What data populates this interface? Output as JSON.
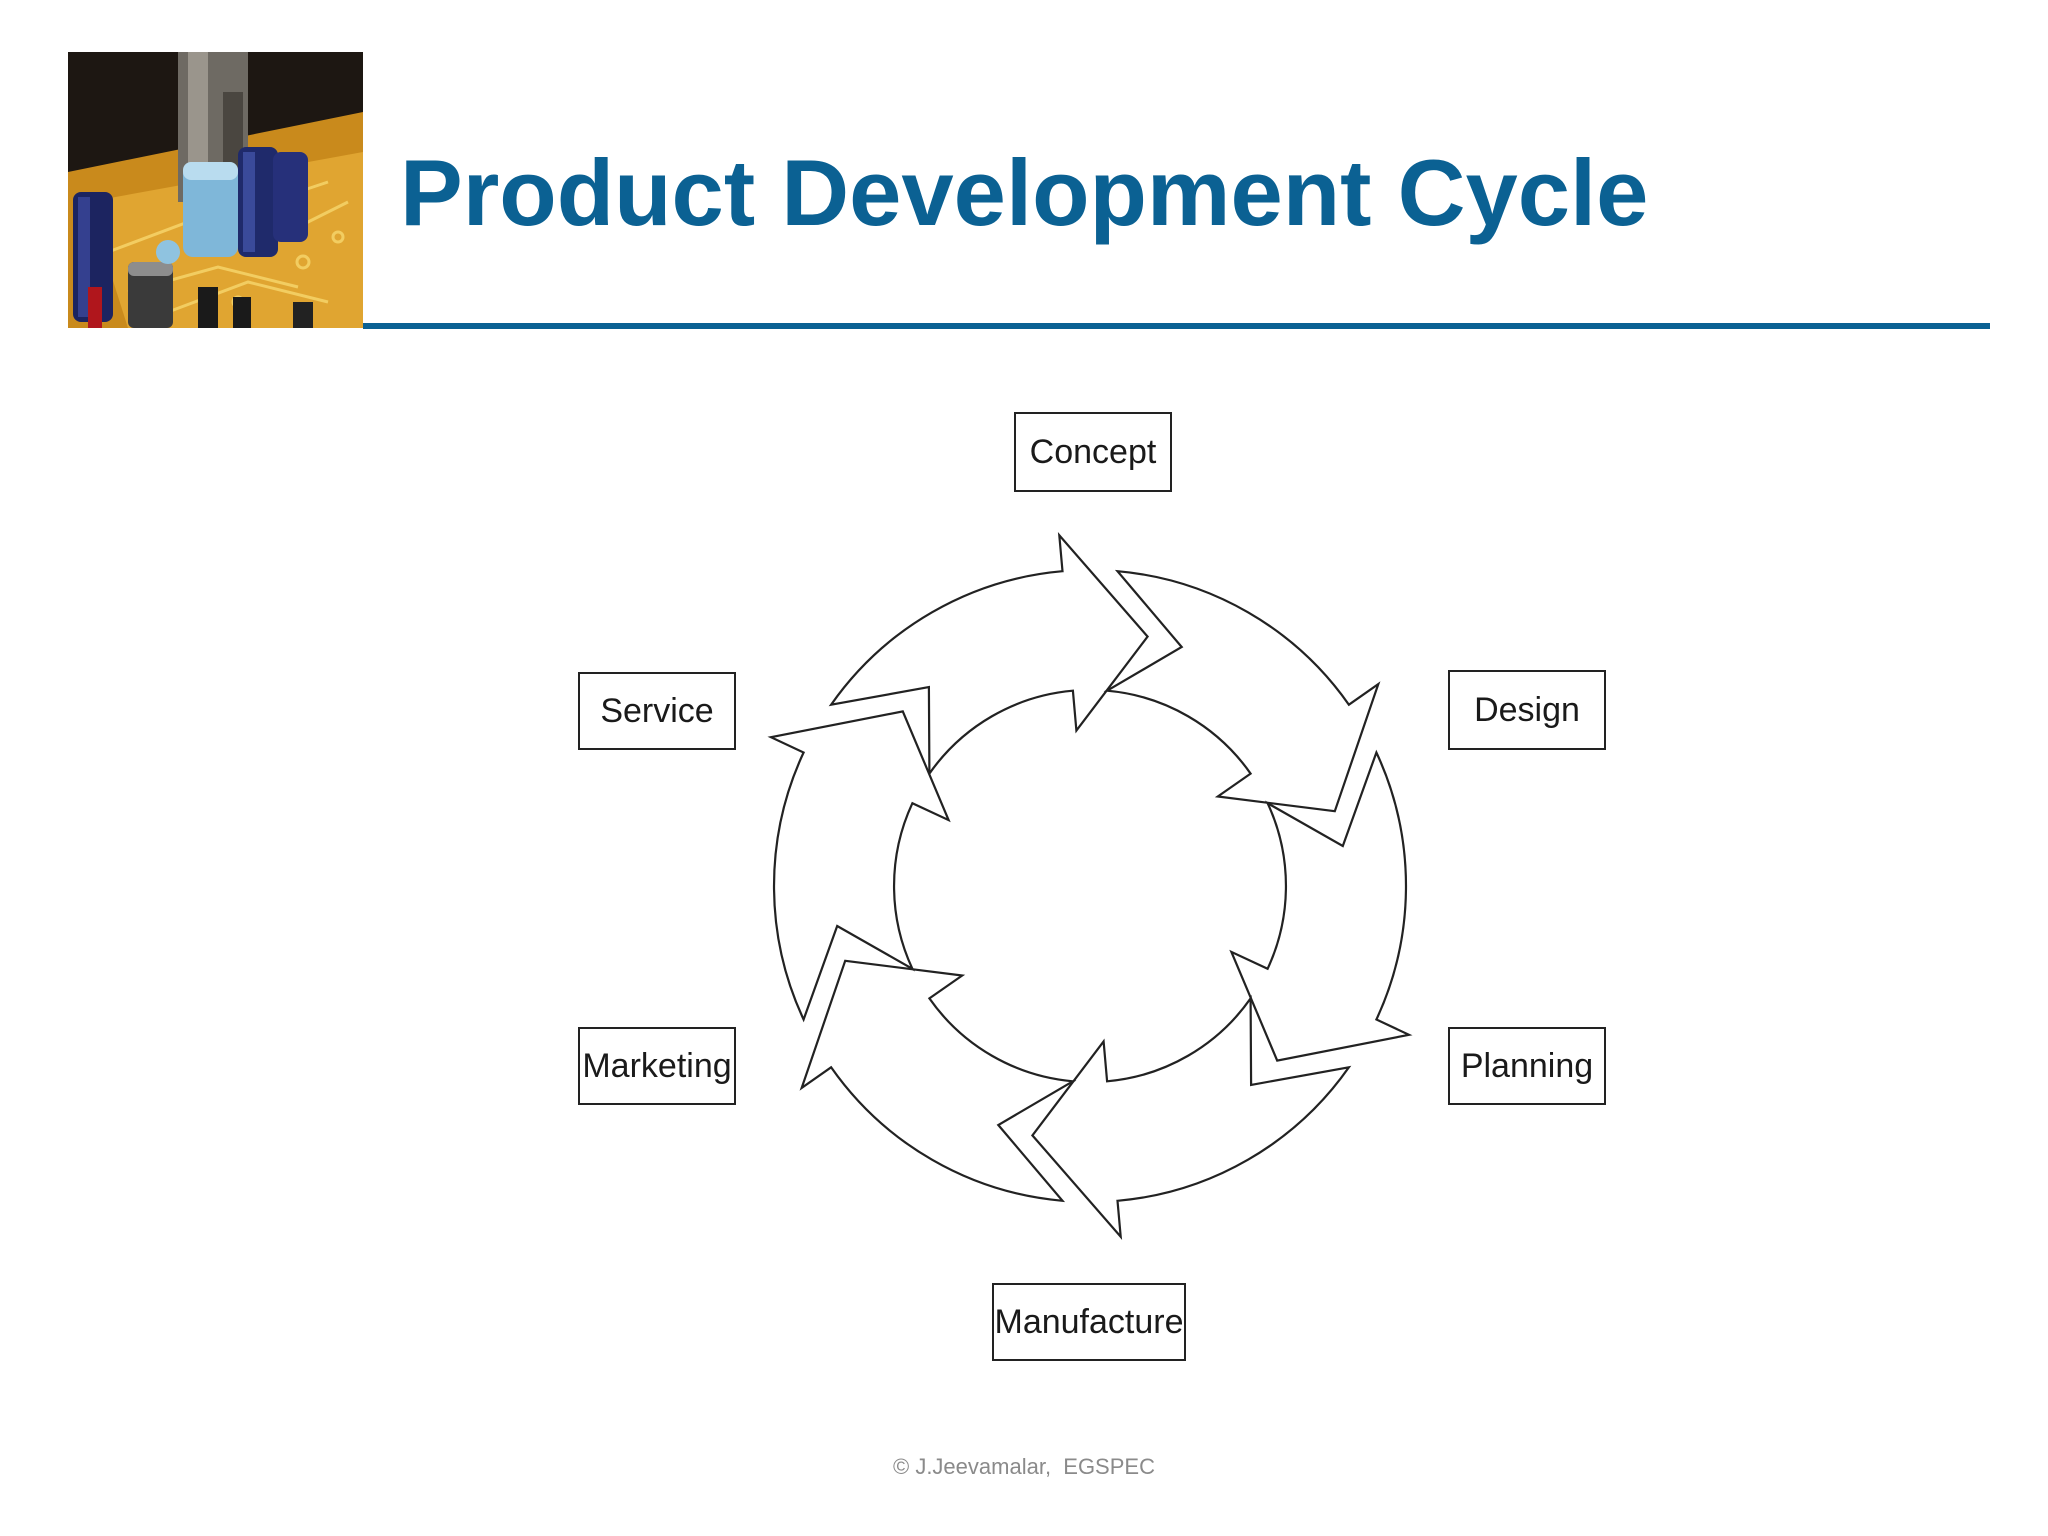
{
  "title": "Product Development Cycle",
  "accent_color": "#0b6193",
  "header_image": "circuit-board-components-photo",
  "stages": [
    {
      "key": "concept",
      "label": "Concept"
    },
    {
      "key": "design",
      "label": "Design"
    },
    {
      "key": "planning",
      "label": "Planning"
    },
    {
      "key": "manufacture",
      "label": "Manufacture"
    },
    {
      "key": "marketing",
      "label": "Marketing"
    },
    {
      "key": "service",
      "label": "Service"
    }
  ],
  "cycle_direction": "clockwise",
  "footer": "© J.Jeevamalar,  EGSPEC"
}
